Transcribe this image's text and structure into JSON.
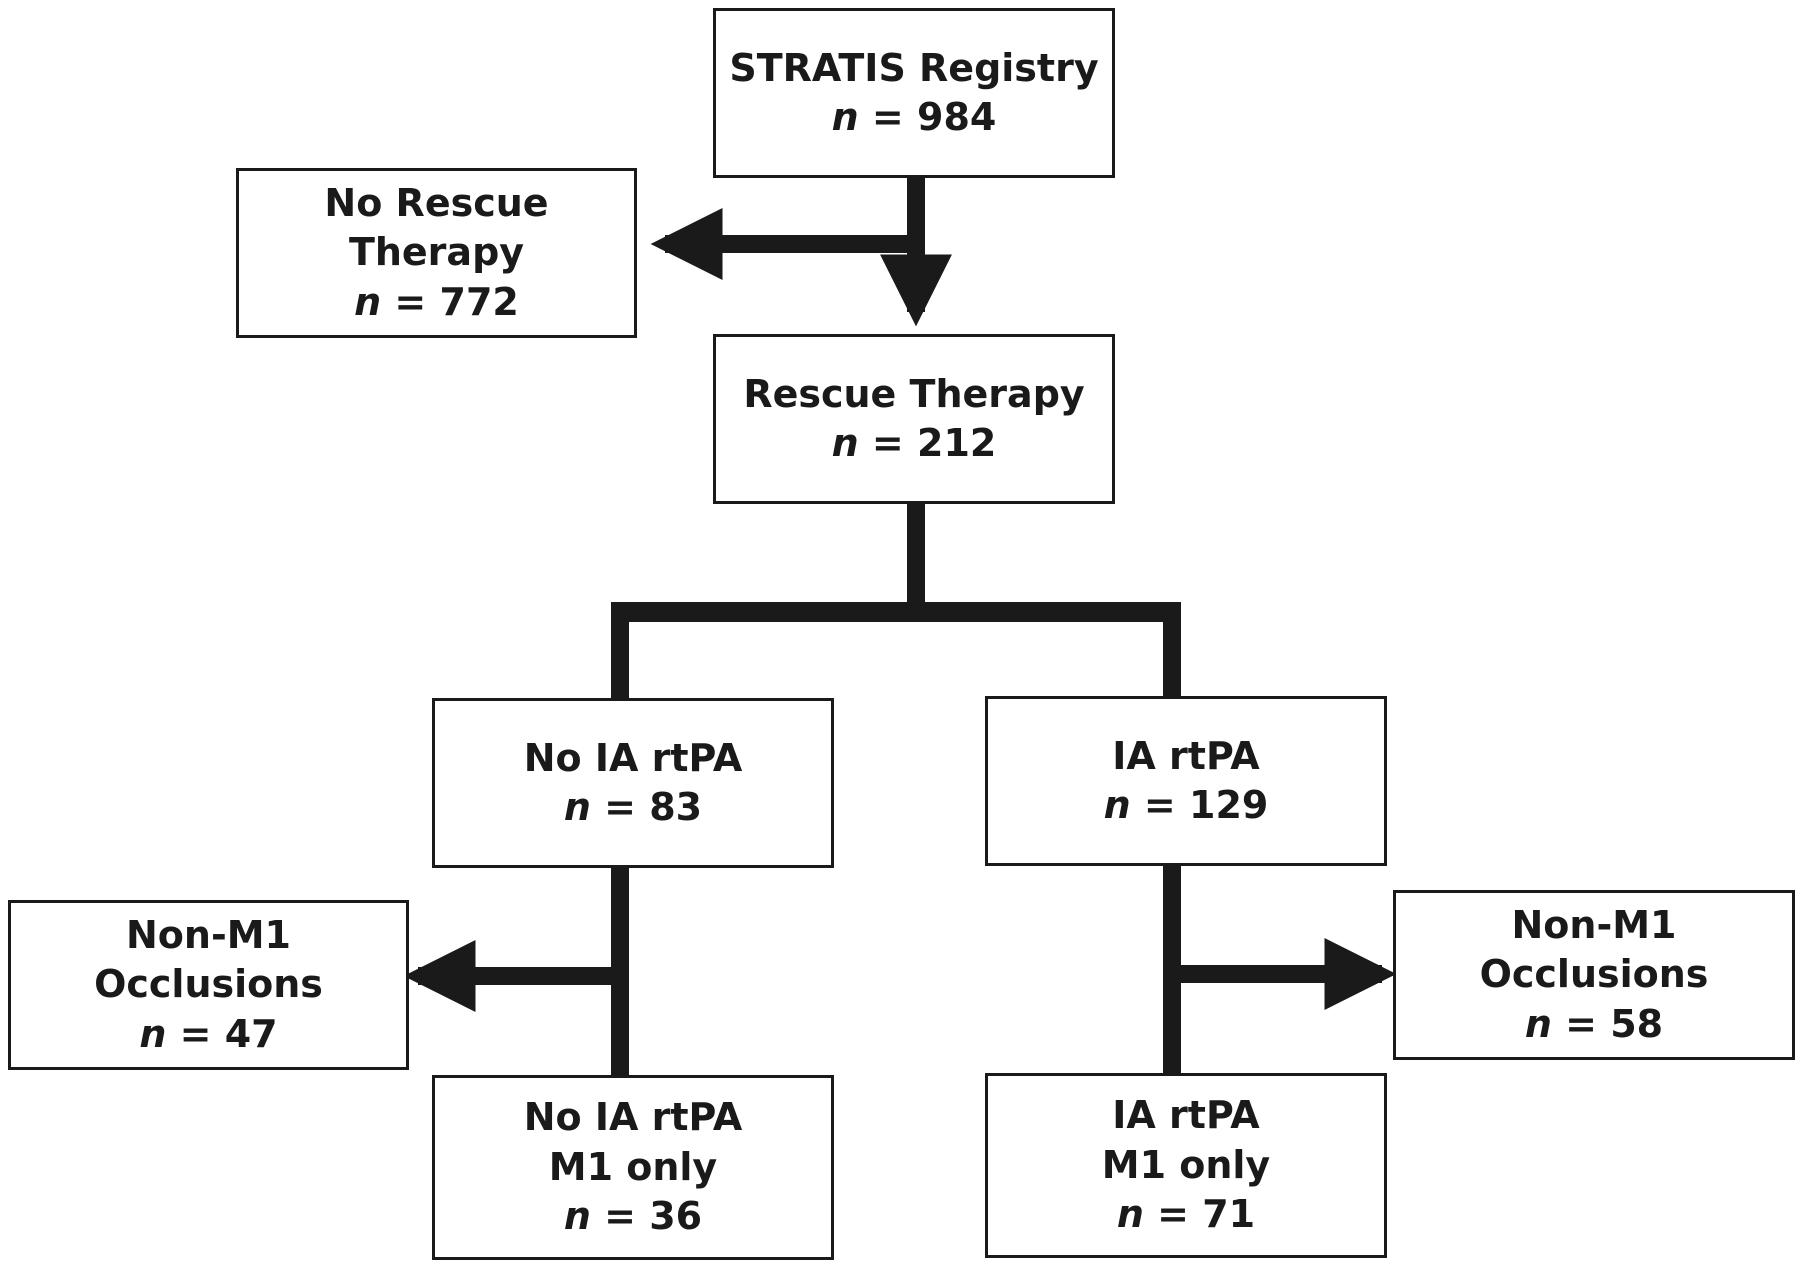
{
  "nodes": {
    "registry": {
      "lines": [
        "STRATIS Registry"
      ],
      "n": "984"
    },
    "no_rescue": {
      "lines": [
        "No Rescue Therapy"
      ],
      "n": "772"
    },
    "rescue": {
      "lines": [
        "Rescue Therapy"
      ],
      "n": "212"
    },
    "no_ia": {
      "lines": [
        "No IA rtPA"
      ],
      "n": "83"
    },
    "ia": {
      "lines": [
        "IA rtPA"
      ],
      "n": "129"
    },
    "no_ia_non_m1": {
      "lines": [
        "Non-M1",
        "Occlusions"
      ],
      "n": "47"
    },
    "ia_non_m1": {
      "lines": [
        "Non-M1",
        "Occlusions"
      ],
      "n": "58"
    },
    "no_ia_m1": {
      "lines": [
        "No IA rtPA",
        "M1 only"
      ],
      "n": "36"
    },
    "ia_m1": {
      "lines": [
        "IA rtPA",
        "M1 only"
      ],
      "n": "71"
    }
  },
  "n_prefix": "n",
  "n_separator": " = ",
  "colors": {
    "stroke": "#1a1a1a",
    "fill": "#ffffff"
  }
}
